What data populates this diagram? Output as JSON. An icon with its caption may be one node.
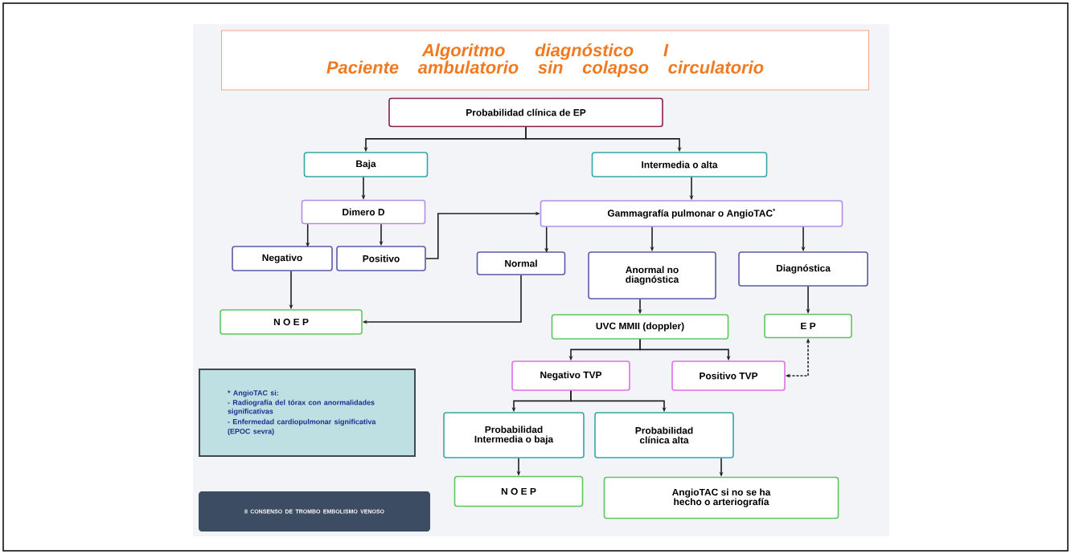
{
  "diagram": {
    "nodes": [
      {
        "text": [
          "Algoritmo diagnóstico I",
          "Paciente ambulatorio sin colapso circulatorio"
        ]
      },
      {
        "text": [
          "Probabilidad clínica de EP"
        ]
      },
      {
        "text": [
          "Baja"
        ]
      },
      {
        "text": [
          "Intermedia o alta"
        ]
      },
      {
        "text": [
          "Dimero D"
        ]
      },
      {
        "text": [
          "Gammagrafía pulmonar o AngioTAC$^{*}$"
        ]
      },
      {
        "text": [
          "Negativo"
        ]
      },
      {
        "text": [
          "Positivo"
        ]
      },
      {
        "text": [
          "Normal"
        ]
      },
      {
        "text": [
          "Anormal no diagnóstica"
        ]
      },
      {
        "text": [
          "Diagnóstica"
        ]
      },
      {
        "text": [
          "N O E P"
        ]
      },
      {
        "text": [
          "UVC MMII (doppler)"
        ]
      },
      {
        "text": [
          "E P"
        ]
      },
      {
        "text": [
          "Negativo TVP"
        ]
      },
      {
        "text": [
          "Positivo TVP"
        ]
      },
      {
        "text": [
          "Probabilidad Intermedia o baja"
        ]
      },
      {
        "text": [
          "Probabilidad clínica alta"
        ]
      },
      {
        "text": [
          "N O E P"
        ]
      },
      {
        "text": [
          "AngioTAC si no se ha hecho o arteriografía"
        ]
      },
      {
        "text": [
          "* AngioTAC si:",
          "- Radiografía del tórax con anormalidades significativas",
          "- Enfermedad cardiopulmonar significativa (EPOC sevra)"
        ]
      },
      {
        "text": [
          "II CONSENSO DE TROMBO EMBOLISMO VENOSO"
        ]
      }
    ],
    "edges": [
      {
        "from": 1,
        "to": 2,
        "arrow": "to"
      },
      {
        "from": 1,
        "to": 3,
        "arrow": "to"
      },
      {
        "from": 2,
        "to": 4,
        "arrow": "to"
      },
      {
        "from": 3,
        "to": 5,
        "arrow": "to"
      },
      {
        "from": 4,
        "to": 6,
        "arrow": "to"
      },
      {
        "from": 4,
        "to": 7,
        "arrow": "to"
      },
      {
        "from": 7,
        "to": 5,
        "arrow": "to"
      },
      {
        "from": 5,
        "to": 8,
        "arrow": "to"
      },
      {
        "from": 5,
        "to": 9,
        "arrow": "to"
      },
      {
        "from": 5,
        "to": 10,
        "arrow": "to"
      },
      {
        "from": 6,
        "to": 11,
        "arrow": "to"
      },
      {
        "from": 8,
        "to": 11,
        "arrow": "to"
      },
      {
        "from": 9,
        "to": 12,
        "arrow": "to"
      },
      {
        "from": 10,
        "to": 13,
        "arrow": "to"
      },
      {
        "from": 12,
        "to": 14,
        "arrow": "to"
      },
      {
        "from": 12,
        "to": 15,
        "arrow": "to"
      },
      {
        "from": 15,
        "to": 13,
        "arrow": "both",
        "style": "dashed"
      },
      {
        "from": 14,
        "to": 16,
        "arrow": "to"
      },
      {
        "from": 14,
        "to": 17,
        "arrow": "to"
      },
      {
        "from": 16,
        "to": 18,
        "arrow": "to"
      },
      {
        "from": 17,
        "to": 19,
        "arrow": "to"
      }
    ]
  }
}
